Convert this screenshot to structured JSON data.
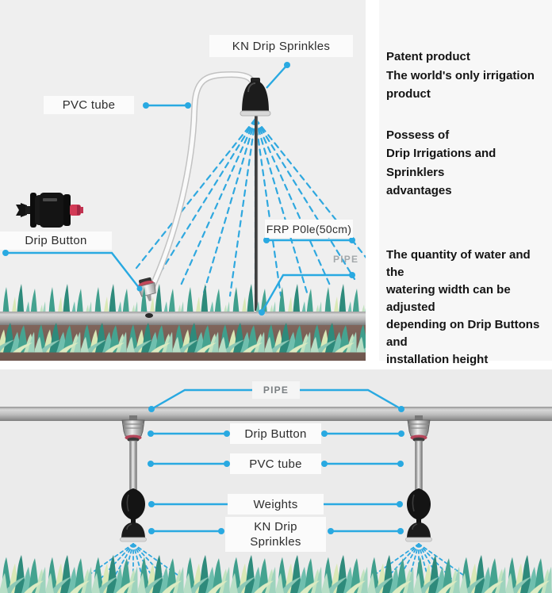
{
  "colors": {
    "accent_blue": "#29a9e1",
    "drip_button_red": "#d23a56",
    "pipe_gray": "#b9b9b9",
    "soil_brown": "#7b6157",
    "grass_dark": "#2e8a7b",
    "grass_light": "#d9e8b6",
    "panel_bg": "#efefef"
  },
  "top_diagram": {
    "labels": {
      "kn_drip": "KN Drip Sprinkles",
      "pvc_tube": "PVC tube",
      "drip_button": "Drip Button",
      "frp_pole": "FRP P0le(50cm)",
      "pipe": "PIPE"
    }
  },
  "info_panel": {
    "para1": [
      "Patent product",
      "The world's only irrigation",
      "product"
    ],
    "para2": [
      "Possess of",
      "Drip Irrigations and Sprinklers",
      "advantages"
    ],
    "para3": [
      "The quantity of water and the",
      "watering width can be adjusted",
      "depending on Drip Buttons and",
      "installation height"
    ]
  },
  "bottom_diagram": {
    "labels": {
      "pipe": "PIPE",
      "drip_button": "Drip Button",
      "pvc_tube": "PVC tube",
      "weights": "Weights",
      "kn_drip_line1": "KN Drip",
      "kn_drip_line2": "Sprinkles"
    }
  }
}
